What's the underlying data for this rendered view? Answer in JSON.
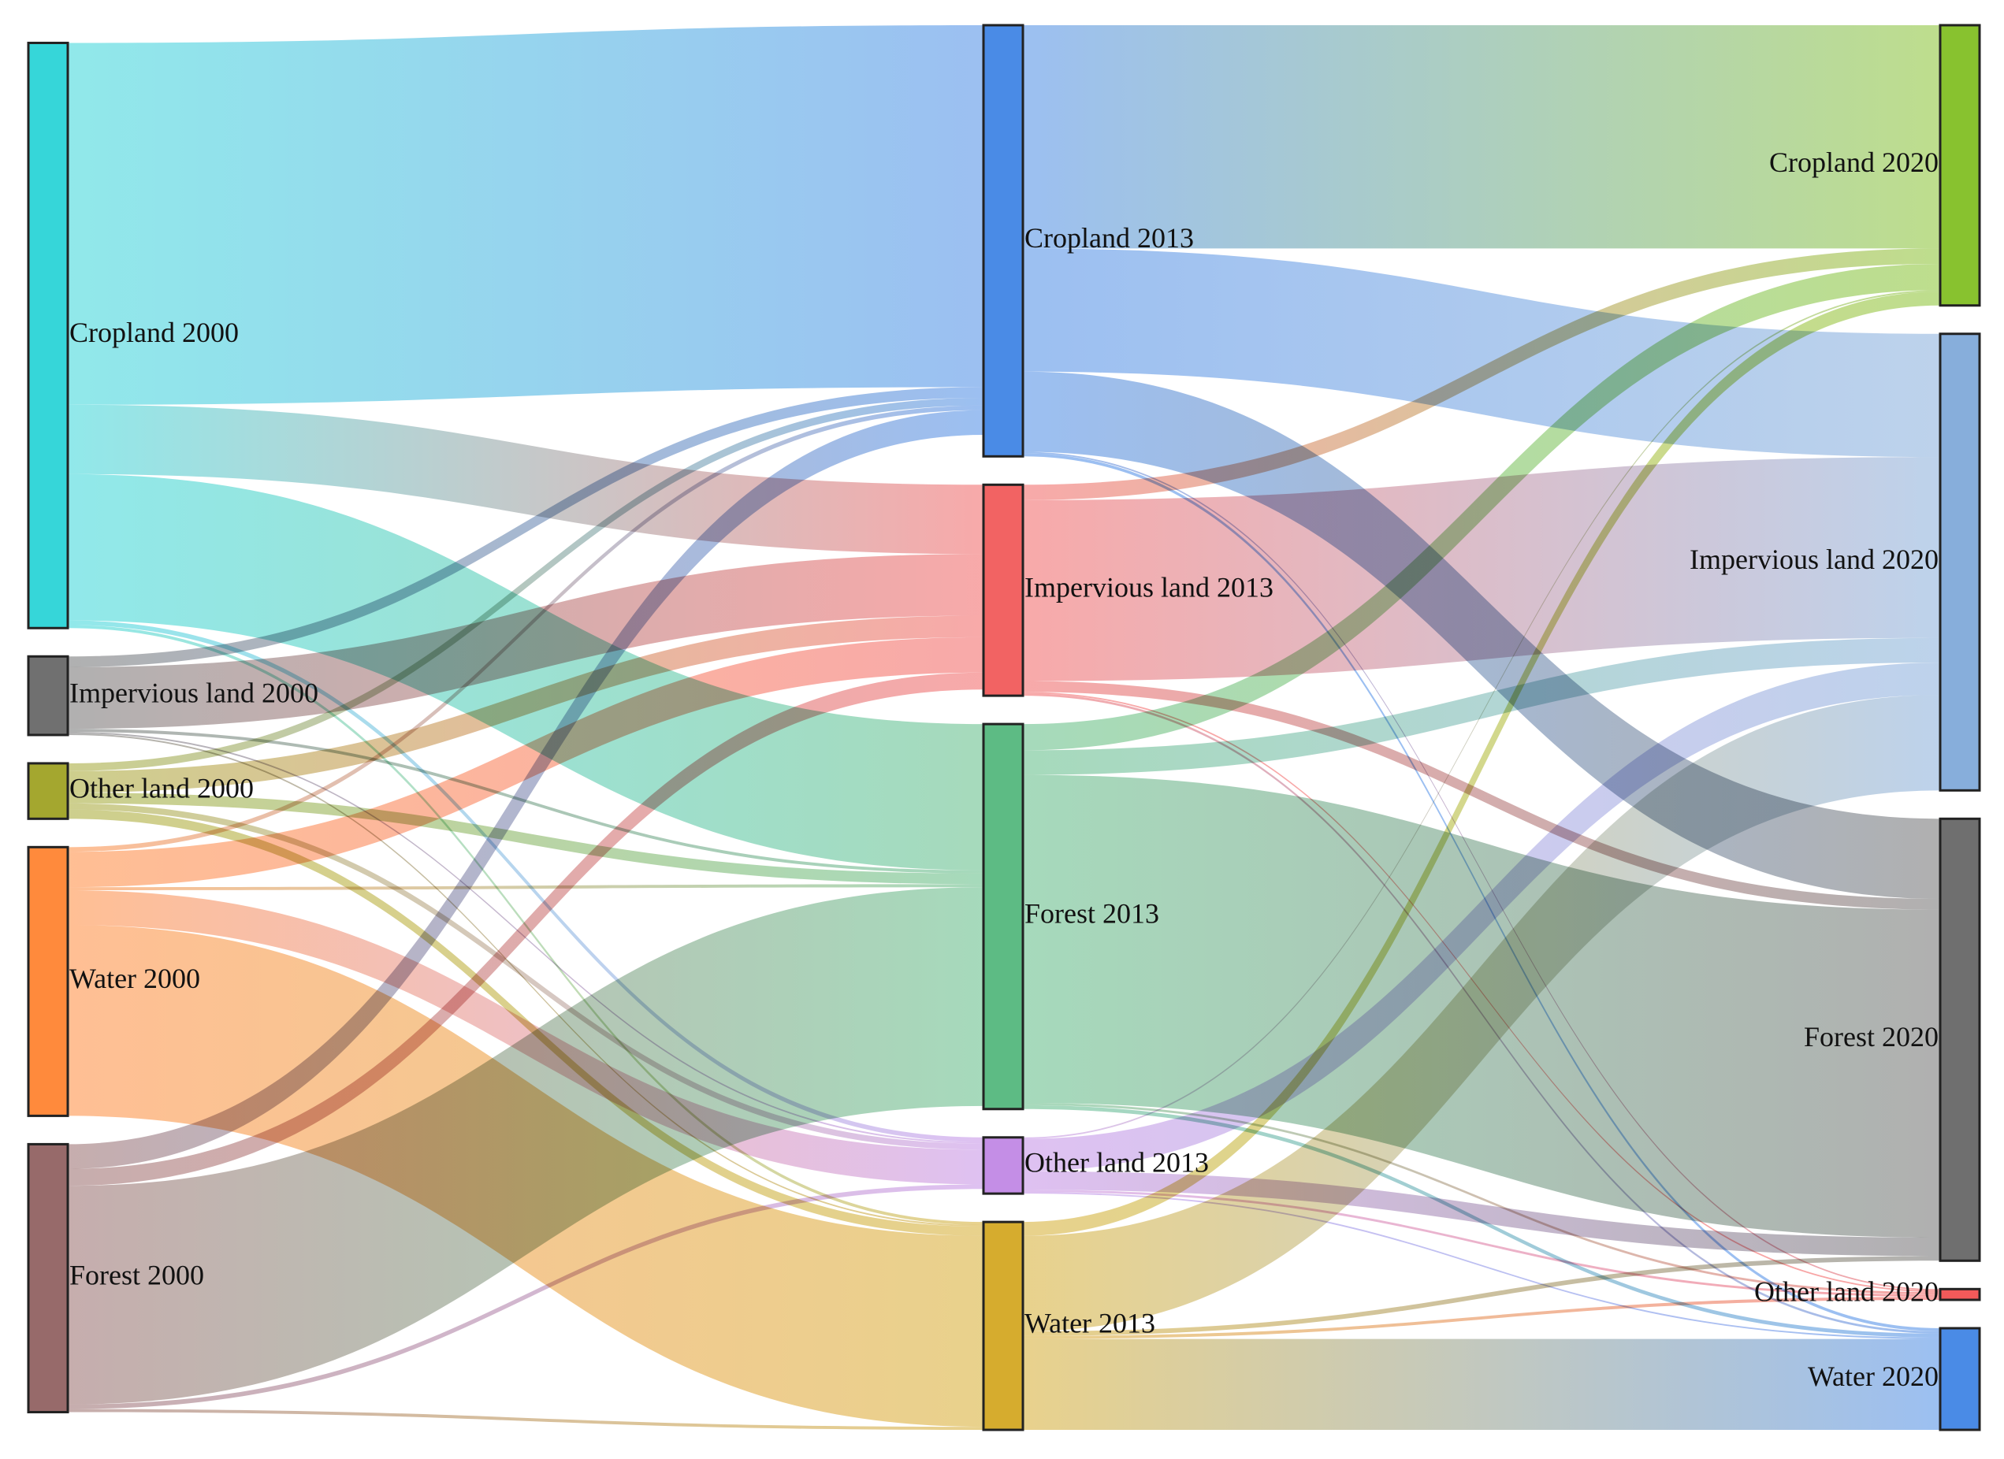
{
  "diagram": {
    "type": "sankey",
    "columns": [
      "2000",
      "2013",
      "2020"
    ],
    "nodes": [
      {
        "id": "c00",
        "label": "Cropland 2000",
        "column": 0,
        "color": "#36D6D9"
      },
      {
        "id": "i00",
        "label": "Impervious land 2000",
        "column": 0,
        "color": "#707070"
      },
      {
        "id": "o00",
        "label": "Other land 2000",
        "column": 0,
        "color": "#A4A72F"
      },
      {
        "id": "w00",
        "label": "Water 2000",
        "column": 0,
        "color": "#FF8A3C"
      },
      {
        "id": "f00",
        "label": "Forest 2000",
        "column": 0,
        "color": "#976A6A"
      },
      {
        "id": "c13",
        "label": "Cropland 2013",
        "column": 1,
        "color": "#4A8BE6"
      },
      {
        "id": "i13",
        "label": "Impervious land 2013",
        "column": 1,
        "color": "#F26363"
      },
      {
        "id": "f13",
        "label": "Forest 2013",
        "column": 1,
        "color": "#5DBB84"
      },
      {
        "id": "o13",
        "label": "Other land 2013",
        "column": 1,
        "color": "#C48EE6"
      },
      {
        "id": "w13",
        "label": "Water 2013",
        "column": 1,
        "color": "#D6AC2E"
      },
      {
        "id": "c20",
        "label": "Cropland 2020",
        "column": 2,
        "color": "#88C22F"
      },
      {
        "id": "i20",
        "label": "Impervious land 2020",
        "column": 2,
        "color": "#87AEDB"
      },
      {
        "id": "f20",
        "label": "Forest 2020",
        "column": 2,
        "color": "#6F6F6F"
      },
      {
        "id": "o20",
        "label": "Other land 2020",
        "column": 2,
        "color": "#F25A5A"
      },
      {
        "id": "w20",
        "label": "Water 2020",
        "column": 2,
        "color": "#4A8BE6"
      }
    ],
    "links": [
      {
        "source": "c00",
        "target": "c13",
        "value": 470
      },
      {
        "source": "c00",
        "target": "i13",
        "value": 90
      },
      {
        "source": "c00",
        "target": "f13",
        "value": 190
      },
      {
        "source": "c00",
        "target": "o13",
        "value": 6
      },
      {
        "source": "c00",
        "target": "w13",
        "value": 4
      },
      {
        "source": "i00",
        "target": "c13",
        "value": 14
      },
      {
        "source": "i00",
        "target": "i13",
        "value": 80
      },
      {
        "source": "i00",
        "target": "f13",
        "value": 4
      },
      {
        "source": "i00",
        "target": "o13",
        "value": 2
      },
      {
        "source": "i00",
        "target": "w13",
        "value": 2
      },
      {
        "source": "o00",
        "target": "c13",
        "value": 10
      },
      {
        "source": "o00",
        "target": "i13",
        "value": 28
      },
      {
        "source": "o00",
        "target": "f13",
        "value": 14
      },
      {
        "source": "o00",
        "target": "o13",
        "value": 8
      },
      {
        "source": "o00",
        "target": "w13",
        "value": 12
      },
      {
        "source": "w00",
        "target": "c13",
        "value": 6
      },
      {
        "source": "w00",
        "target": "i13",
        "value": 46
      },
      {
        "source": "w00",
        "target": "f13",
        "value": 4
      },
      {
        "source": "w00",
        "target": "o13",
        "value": 45
      },
      {
        "source": "w00",
        "target": "w13",
        "value": 248
      },
      {
        "source": "f00",
        "target": "c13",
        "value": 32
      },
      {
        "source": "f00",
        "target": "i13",
        "value": 22
      },
      {
        "source": "f00",
        "target": "f13",
        "value": 284
      },
      {
        "source": "f00",
        "target": "o13",
        "value": 6
      },
      {
        "source": "f00",
        "target": "w13",
        "value": 4
      },
      {
        "source": "c13",
        "target": "c20",
        "value": 290
      },
      {
        "source": "c13",
        "target": "i20",
        "value": 160
      },
      {
        "source": "c13",
        "target": "f20",
        "value": 104
      },
      {
        "source": "c13",
        "target": "o20",
        "value": 2
      },
      {
        "source": "c13",
        "target": "w20",
        "value": 4
      },
      {
        "source": "i13",
        "target": "c20",
        "value": 20
      },
      {
        "source": "i13",
        "target": "i20",
        "value": 235
      },
      {
        "source": "i13",
        "target": "f20",
        "value": 14
      },
      {
        "source": "i13",
        "target": "o20",
        "value": 2
      },
      {
        "source": "i13",
        "target": "w20",
        "value": 3
      },
      {
        "source": "f13",
        "target": "c20",
        "value": 34
      },
      {
        "source": "f13",
        "target": "i20",
        "value": 32
      },
      {
        "source": "f13",
        "target": "f20",
        "value": 426
      },
      {
        "source": "f13",
        "target": "o20",
        "value": 3
      },
      {
        "source": "f13",
        "target": "w20",
        "value": 5
      },
      {
        "source": "o13",
        "target": "c20",
        "value": 2
      },
      {
        "source": "o13",
        "target": "i20",
        "value": 42
      },
      {
        "source": "o13",
        "target": "f20",
        "value": 24
      },
      {
        "source": "o13",
        "target": "o20",
        "value": 3
      },
      {
        "source": "o13",
        "target": "w20",
        "value": 2
      },
      {
        "source": "w13",
        "target": "c20",
        "value": 18
      },
      {
        "source": "w13",
        "target": "i20",
        "value": 124
      },
      {
        "source": "w13",
        "target": "f20",
        "value": 6
      },
      {
        "source": "w13",
        "target": "o20",
        "value": 4
      },
      {
        "source": "w13",
        "target": "w20",
        "value": 118
      }
    ]
  }
}
